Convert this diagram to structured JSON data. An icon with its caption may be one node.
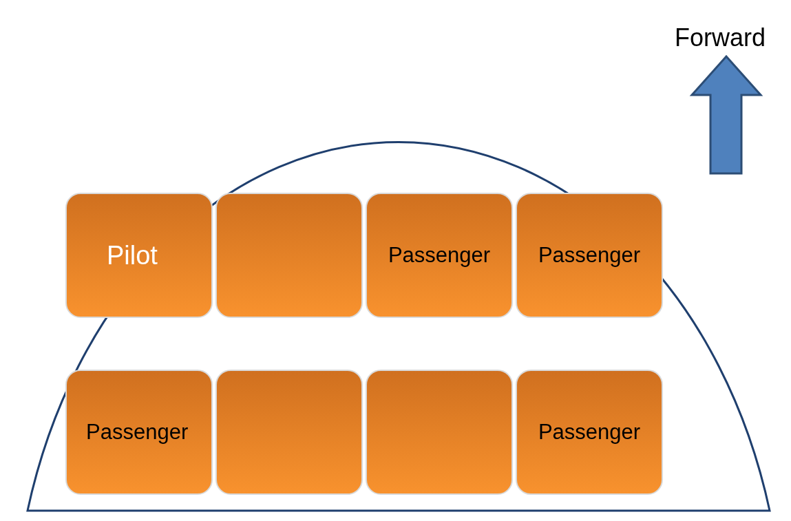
{
  "diagram": {
    "nodes": [
      {
        "text": [
          "Pilot"
        ]
      },
      {
        "text": [],
        "shape": "box"
      },
      {
        "text": [
          "Passenger"
        ]
      },
      {
        "text": [
          "Passenger"
        ]
      },
      {
        "text": [
          "Passenger"
        ]
      },
      {
        "text": [],
        "shape": "box"
      },
      {
        "text": [],
        "shape": "box"
      },
      {
        "text": [
          "Passenger"
        ]
      }
    ],
    "labels": [
      "Forward"
    ]
  }
}
